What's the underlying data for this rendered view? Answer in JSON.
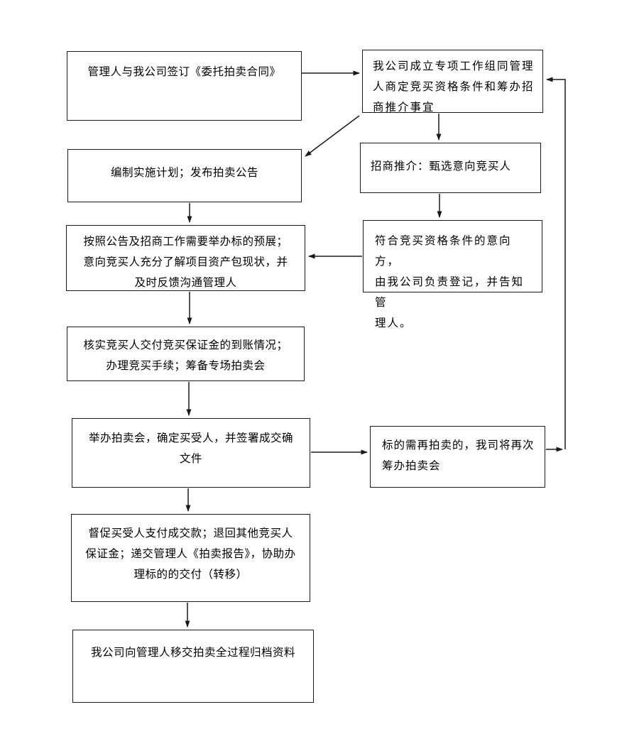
{
  "page": {
    "background_color": "#ffffff",
    "line_color": "#1a1a1a",
    "description": "auction-process-flowchart"
  },
  "flowchart": {
    "nodes": [
      {
        "id": "sign-contract",
        "label": "管理人与我公司签订《委托拍卖合同》"
      },
      {
        "id": "working-group",
        "label": "我公司成立专项工作组同管理\n人商定竞买资格条件和筹办招\n商推介事宜"
      },
      {
        "id": "plan-announce",
        "label": "编制实施计划；发布拍卖公告"
      },
      {
        "id": "promotion",
        "label": "招商推介：甄选意向竞买人"
      },
      {
        "id": "preview",
        "label": "按照公告及招商工作需要举办标的预展；\n意向竞买人充分了解项目资产包现状，并\n及时反馈沟通管理人"
      },
      {
        "id": "register",
        "label": "符合竞买资格条件的意向方，\n由我公司负责登记，并告知管\n理人。"
      },
      {
        "id": "deposit",
        "label": "核实竞买人交付竞买保证金的到账情况；\n办理竞买手续；筹备专场拍卖会"
      },
      {
        "id": "auction",
        "label": "举办拍卖会，确定买受人，并签署成交确\n文件"
      },
      {
        "id": "re-auction",
        "label": "标的需再拍卖的，我司将再次\n筹办拍卖会"
      },
      {
        "id": "settlement",
        "label": "督促买受人支付成交款；退回其他竞买人\n保证金；递交管理人《拍卖报告》，协助办\n理标的的交付（转移）"
      },
      {
        "id": "archive",
        "label": "我公司向管理人移交拍卖全过程归档资料"
      }
    ],
    "edges": [
      {
        "from": "sign-contract",
        "to": "working-group"
      },
      {
        "from": "working-group",
        "to": "plan-announce"
      },
      {
        "from": "working-group",
        "to": "promotion"
      },
      {
        "from": "plan-announce",
        "to": "preview"
      },
      {
        "from": "promotion",
        "to": "register"
      },
      {
        "from": "register",
        "to": "preview"
      },
      {
        "from": "preview",
        "to": "deposit"
      },
      {
        "from": "deposit",
        "to": "auction"
      },
      {
        "from": "auction",
        "to": "re-auction"
      },
      {
        "from": "auction",
        "to": "settlement"
      },
      {
        "from": "re-auction",
        "to": "working-group"
      },
      {
        "from": "settlement",
        "to": "archive"
      }
    ]
  }
}
